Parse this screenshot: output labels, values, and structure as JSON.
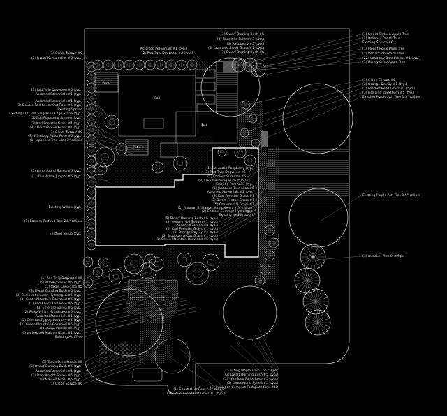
{
  "areas": {
    "patio_upper": "Patio",
    "patio_lower": "Patio",
    "sod_upper": "Sod",
    "sod_middle": "Sod"
  },
  "labels": {
    "top": [
      "(3) Dwarf Burning Bush #5",
      "(3) Blue Mist Spirea #5 (typ.)",
      "(2) Red Twig Dogwood #5 (typ.)",
      "(3) Raspberry #5 (typ.)",
      "Assorted Perennials #1 (typ.)",
      "(3) Japanese Blood Grass #1 (typ.)",
      "(3) Dwarf Burning Bush #5"
    ],
    "left": [
      "(1) Globe Spruce #6",
      "(2) Dwarf Korean Lilac #5 (typ.)",
      "(3) Red Twig Dogwood #5 (typ.)",
      "Assorted Perennials #1 (typ.)",
      "(3) Double Red Knock Out Rose #5 (typ.)",
      "Existing Spruce",
      "Assorted Perennials #1 (typ.)",
      "Existing (12) Bull Flagstone Edge Stone (typ.)",
      "(2) Bull Flagstone Stepper (typ.)",
      "(2) Karl Foerster Grass #1 (typ.)",
      "(3) Dwarf Fescue Grass #1 (typ.)",
      "(1) Globe Spruce #6",
      "(3) Winnipeg Parks Rose #5 (typ.)",
      "(1) Japanese Tree Lilac 2\" caliper",
      "(3) Limemound Spirea #5 (typ.)",
      "(1) Blue Arrow Juniper #5 (typ.)",
      "Existing Willow (typ.)",
      "(1) Eastern Redbud Tree 2.5\" caliper",
      "Existing Shrub (typ.)",
      "(1) Red Twig Dogwood #5",
      "(1) Little Kim Lilac #5 (typ.)",
      "(1) Taxus Cuspidata #5",
      "(3) Dwarf Burning Bush #5 (typ.)",
      "(3) Endless Summer Hydrangea #5 (typ.)",
      "(1) Green Mountain Boxwood #5 (typ.)",
      "(1) Red Knock Out Rose #5 (typ.)",
      "(3) Emerald Spirea #5 (typ.)",
      "(2) Pinky Winky Hydrangea #5 (typ.)",
      "Assorted Perennials #1 (typ.)",
      "(2) Crimson Pygmy Barberry #5 (typ.)",
      "(1) Green Mountain Boxwood #5 (typ.)",
      "(3) Orange Daylily #1 (typ.)",
      "(4) Variegated Maiden Grass #1 (typ.)",
      "Existing Ash Tree"
    ],
    "bottom": [
      "(3) Taxus Densiformis #5",
      "(3) Dwarf Burning Bush #5 (typ.)",
      "Assorted Perennials #1 (typ.)",
      "(3) Dark Knight Spirea #5 (typ.)",
      "(1) Maiden Grass #5 (typ.)",
      "(1) Globe Spruce #6",
      "Existing Maple Tree 3.5\" caliper",
      "(3) Dwarf Burning Bush #5 (typ.)",
      "(3) Winnipeg Parks Rose #5 (typ.)",
      "(3) Limemound Spirea #5 (typ.)",
      "(2) Ironwood Compact Fastigiate Pine #12",
      "(1) Chanticleer Pear 2.5\" caliper",
      "(18) Blue Avena Oat Grass #1 (typ.)"
    ],
    "right": [
      "(1) Sweet Sixteen Apple Tree",
      "(1) Reliance Peach Tree",
      "Existing Spruce #6",
      "(1) Mount Royal Plum Tree",
      "(1) Red Haven Peach Tree",
      "(22) Japanese Blood Grass #1 (typ.)",
      "(1) Honey Crisp Apple Tree",
      "(1) Globe Spruce #6",
      "(3) Orange Daylily #1 (typ.)",
      "(2) Feather Reed Grass #1 (typ.)",
      "(3) Fire Line Buckthorn #5 (typ.)",
      "Existing Purple Ash Tree 1.5\" caliper",
      "Existing Purple Ash Tree 1.5\" caliper",
      "(3) Austrian Pine 6' height"
    ],
    "center": [
      "(1) Tall Arctic Raspberry (typ.)",
      "(3) Red Twig Dogwood #5",
      "(1) Endless Summer #5",
      "(3) Dwarf Burning Bush (typ.)",
      "Existing Perennial (typ.)",
      "(1) Japanese Tree Lilac #5",
      "Assorted Perennials #1 (typ.)",
      "(3) Karl Foerster Grass #1",
      "(2) Dwarf Fescue Grass #1",
      "(5) Ornamental Grass #1",
      "(1) Autumn Brilliance Serviceberry 2.5\" caliper",
      "(2) Endless Summer Hydrangea",
      "Existing Hedge (typ.)",
      "(5) Dwarf Burning Bush #5 (typ.)",
      "(3) Autumn Joy Sedum #1 (typ.)",
      "Assorted Perennials (typ.)",
      "(3) Karl Foerster Grass #1 (typ.)",
      "(3) Orange Daylily #1 (typ.)",
      "(3) Blue Avena Oat Grass #1 (typ.)",
      "(1) Green Mountain Boxwood #5 (typ.)"
    ]
  }
}
